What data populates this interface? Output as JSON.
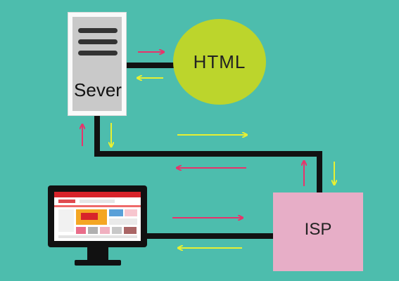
{
  "nodes": {
    "server_label": "Sever",
    "html_label": "HTML",
    "isp_label": "ISP"
  },
  "colors": {
    "background": "#4dbdad",
    "wire": "#111111",
    "arrow_to": "#e8336b",
    "arrow_back": "#e8f032",
    "html_node": "#bcd52c",
    "isp_node": "#e7aec7",
    "server_body": "#c9c9c9"
  },
  "icons": [
    "server-icon",
    "computer-monitor-icon"
  ]
}
